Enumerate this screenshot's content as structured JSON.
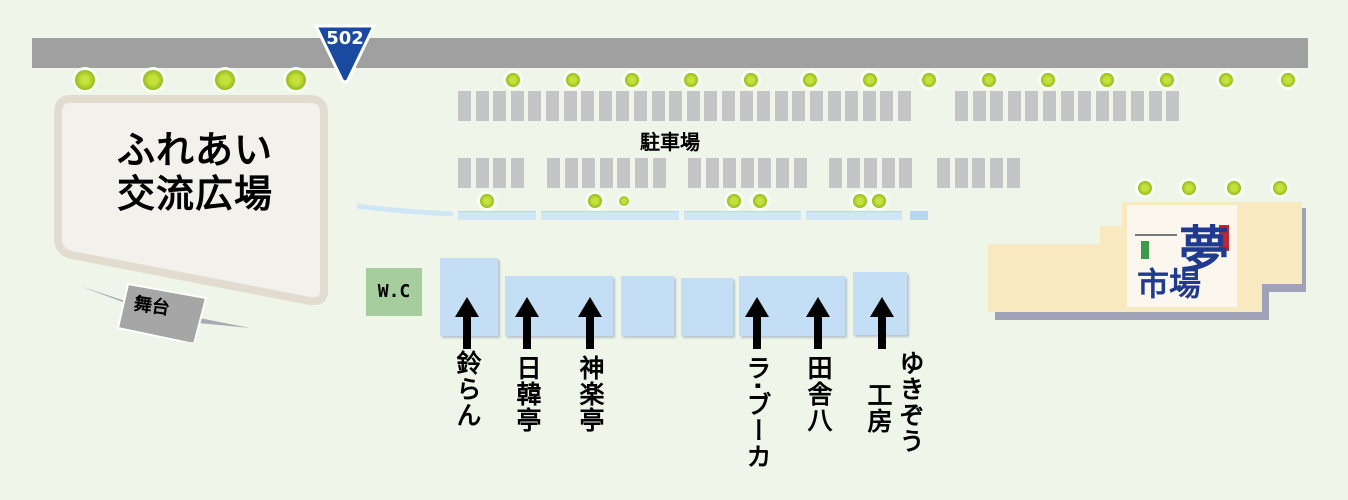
{
  "road": {
    "route_number": "502"
  },
  "plaza": {
    "name_line1": "ふれあい",
    "name_line2": "交流広場"
  },
  "stage": {
    "label": "舞台"
  },
  "parking": {
    "label": "駐車場"
  },
  "restroom": {
    "label": "W.C"
  },
  "shops": [
    {
      "name": "鈴らん"
    },
    {
      "name": "日韓亭"
    },
    {
      "name": "神楽亭"
    },
    {
      "name": "ラ·ブーカ"
    },
    {
      "name": "田舎八"
    },
    {
      "name_line1": "ゆきぞう",
      "name_line2": "工房"
    }
  ],
  "market": {
    "logo_text": "夢市場"
  },
  "colors": {
    "road": "#a0a0a0",
    "shield": "#1a4aa0",
    "stall": "#c4def5",
    "parking_space": "#c5c5c7",
    "building": "#f8e9c0",
    "wc": "#a5cd9e"
  }
}
